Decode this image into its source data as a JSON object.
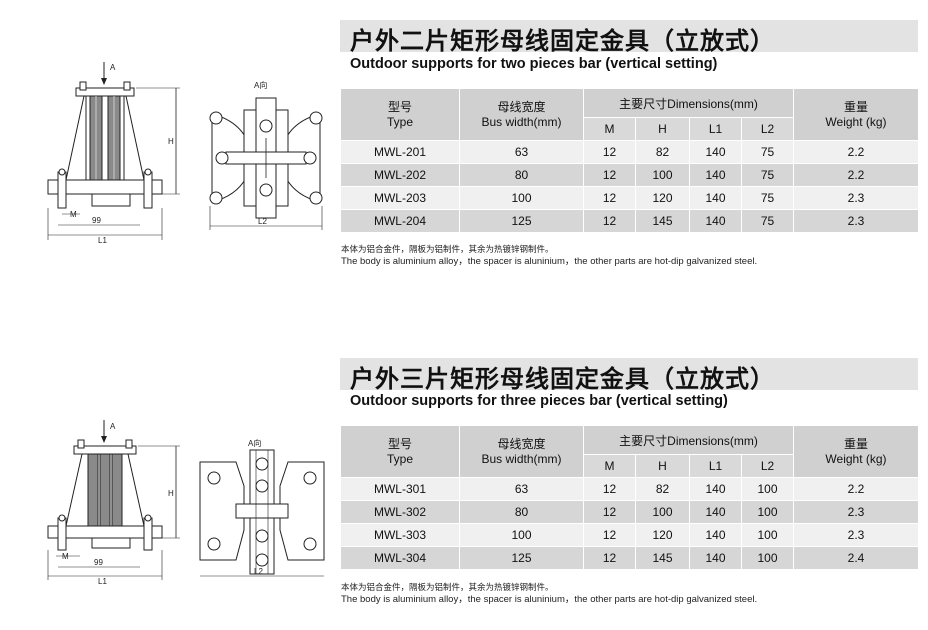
{
  "sections": [
    {
      "title_cn": "户外二片矩形母线固定金具（立放式）",
      "title_en": "Outdoor supports for two pieces bar (vertical setting)",
      "headers": {
        "type_cn": "型号",
        "type_en": "Type",
        "width_cn": "母线宽度",
        "width_en": "Bus width(mm)",
        "dims": "主要尺寸Dimensions(mm)",
        "weight_cn": "重量",
        "weight_en": "Weight (kg)",
        "sub": [
          "M",
          "H",
          "L1",
          "L2"
        ]
      },
      "rows": [
        [
          "MWL-201",
          "63",
          "12",
          "82",
          "140",
          "75",
          "2.2"
        ],
        [
          "MWL-202",
          "80",
          "12",
          "100",
          "140",
          "75",
          "2.2"
        ],
        [
          "MWL-203",
          "100",
          "12",
          "120",
          "140",
          "75",
          "2.3"
        ],
        [
          "MWL-204",
          "125",
          "12",
          "145",
          "140",
          "75",
          "2.3"
        ]
      ],
      "note_cn": "本体为铝合金件，隔板为铝制件，其余为热镀锌钢制件。",
      "note_en": "The body is aluminium alloy，the spacer is aluninium，the other parts are hot-dip galvanized steel.",
      "drawing": {
        "arrow_label": "A",
        "view_label": "A向",
        "h_label": "H",
        "m_label": "M",
        "dim_99": "99",
        "l1_label": "L1",
        "l2_label": "L2"
      }
    },
    {
      "title_cn": "户外三片矩形母线固定金具（立放式）",
      "title_en": "Outdoor supports for three pieces bar (vertical setting)",
      "headers": {
        "type_cn": "型号",
        "type_en": "Type",
        "width_cn": "母线宽度",
        "width_en": "Bus width(mm)",
        "dims": "主要尺寸Dimensions(mm)",
        "weight_cn": "重量",
        "weight_en": "Weight (kg)",
        "sub": [
          "M",
          "H",
          "L1",
          "L2"
        ]
      },
      "rows": [
        [
          "MWL-301",
          "63",
          "12",
          "82",
          "140",
          "100",
          "2.2"
        ],
        [
          "MWL-302",
          "80",
          "12",
          "100",
          "140",
          "100",
          "2.3"
        ],
        [
          "MWL-303",
          "100",
          "12",
          "120",
          "140",
          "100",
          "2.3"
        ],
        [
          "MWL-304",
          "125",
          "12",
          "145",
          "140",
          "100",
          "2.4"
        ]
      ],
      "note_cn": "本体为铝合金件，隔板为铝制件，其余为热镀锌钢制件。",
      "note_en": "The body is aluminium alloy，the spacer is aluninium，the other parts are hot-dip galvanized steel.",
      "drawing": {
        "arrow_label": "A",
        "view_label": "A向",
        "h_label": "H",
        "m_label": "M",
        "dim_99": "99",
        "l1_label": "L1",
        "l2_label": "L2"
      }
    }
  ]
}
